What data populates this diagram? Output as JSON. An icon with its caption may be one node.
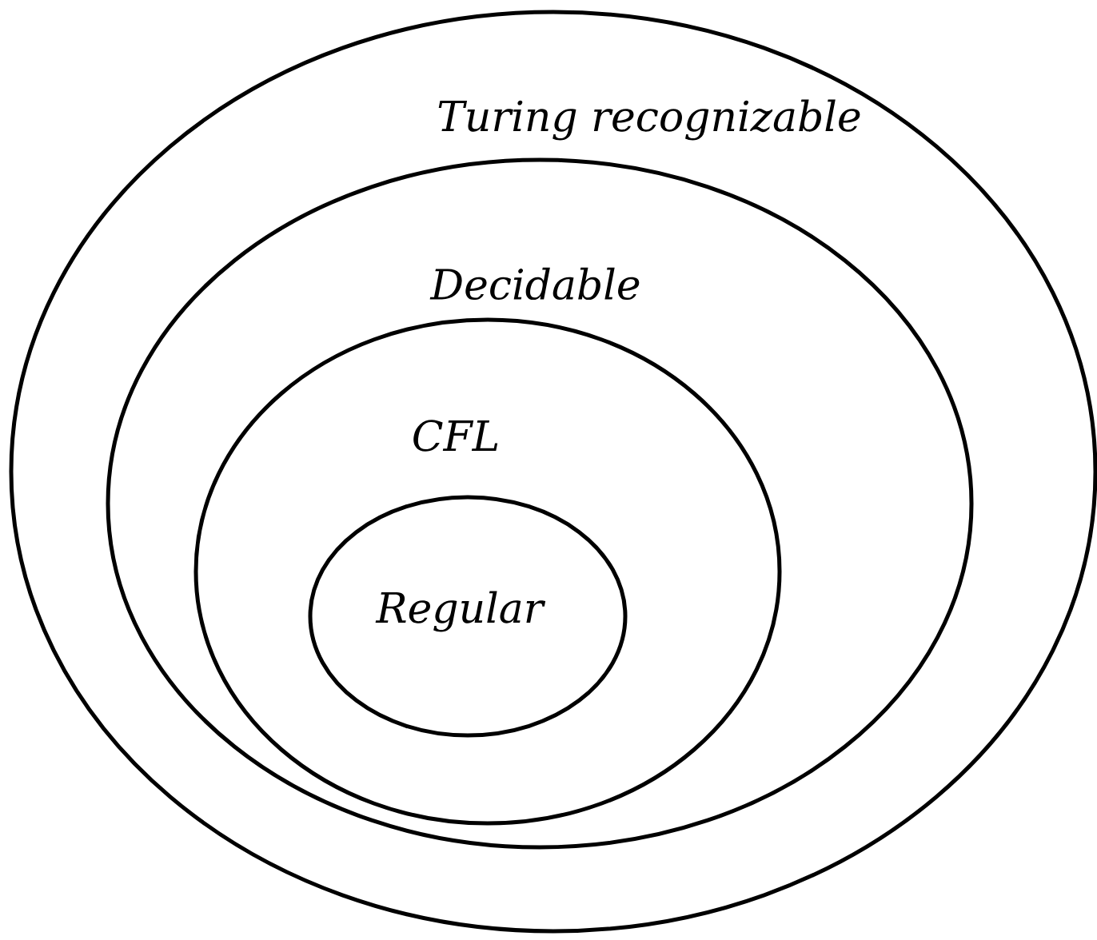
{
  "diagram": {
    "nodes": [
      {
        "text": [
          "Turing recognizable"
        ]
      },
      {
        "text": [
          "Decidable"
        ],
        "in": 0
      },
      {
        "text": [
          "CFL"
        ],
        "in": 1
      },
      {
        "text": [
          "Regular"
        ],
        "in": 2
      }
    ]
  }
}
